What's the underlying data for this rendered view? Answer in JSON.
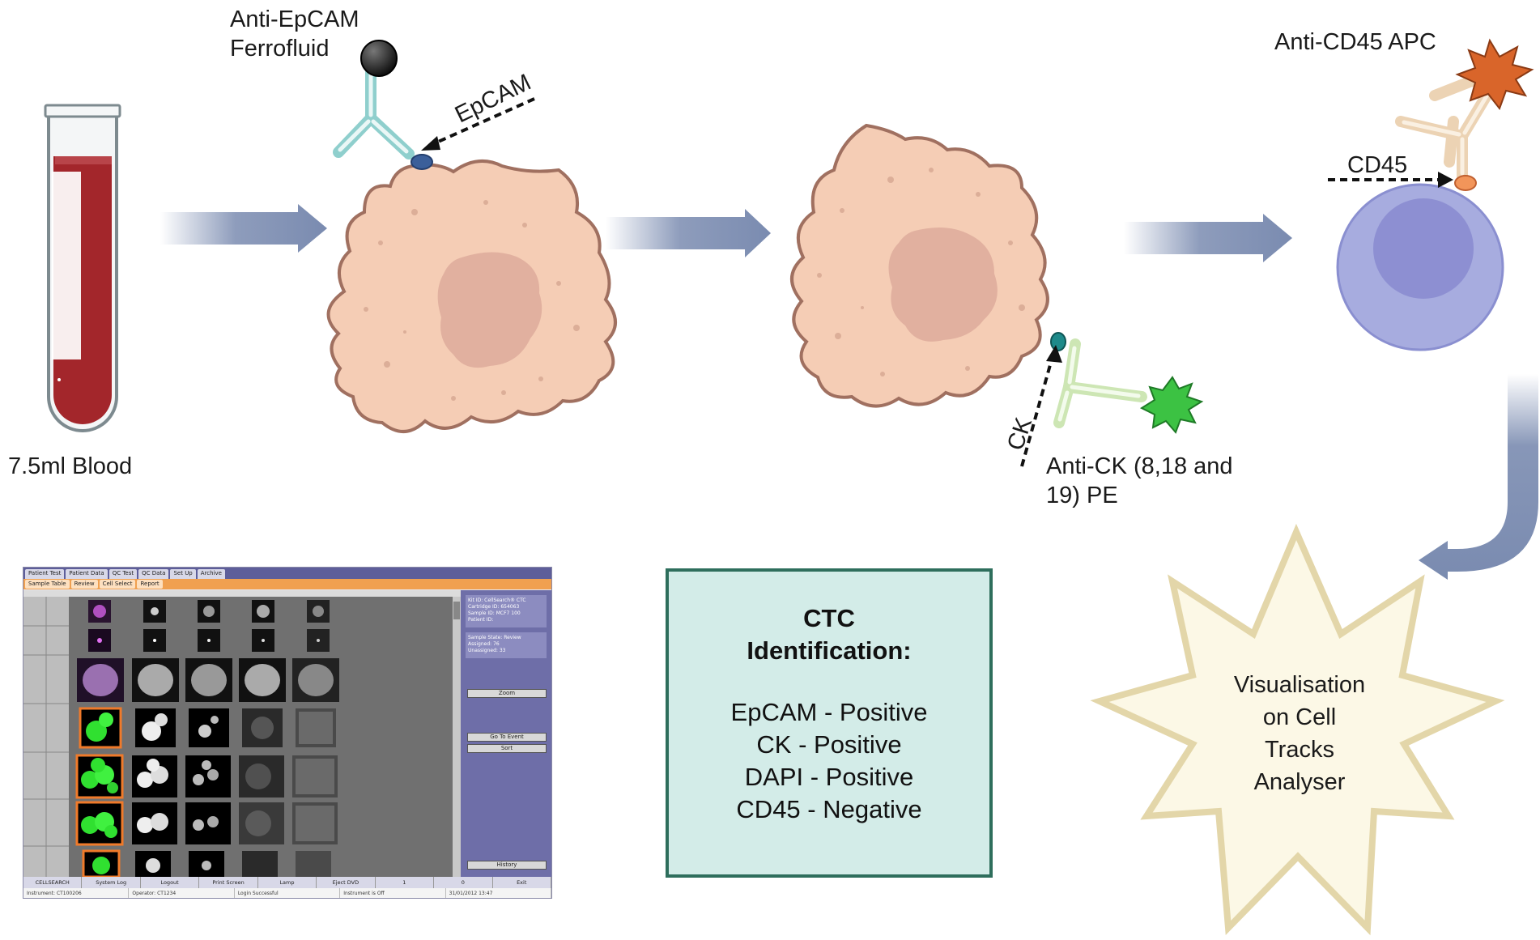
{
  "labels": {
    "blood": "7.5ml Blood",
    "ferrofluid_line1": "Anti-EpCAM",
    "ferrofluid_line2": "Ferrofluid",
    "epcam": "EpCAM",
    "ck": "CK",
    "anti_ck_line1": "Anti-CK (8,18 and",
    "anti_ck_line2": "19) PE",
    "anti_cd45": "Anti-CD45 APC",
    "cd45": "CD45"
  },
  "ctc_box": {
    "title_line1": "CTC",
    "title_line2": "Identification:",
    "lines": [
      "EpCAM - Positive",
      "CK - Positive",
      "DAPI - Positive",
      "CD45 - Negative"
    ]
  },
  "star": {
    "lines": [
      "Visualisation",
      "on Cell",
      "Tracks",
      "Analyser"
    ]
  },
  "screenshot": {
    "tabs": [
      "Patient Test",
      "Patient Data",
      "QC Test",
      "QC Data",
      "Set Up",
      "Archive"
    ],
    "subtabs": [
      "Sample Table",
      "Review",
      "Cell Select",
      "Report"
    ],
    "info1": [
      "Kit ID: CellSearch® CTC",
      "Cartridge ID: 654063",
      "Sample ID: MCF7 100",
      "Patient ID:"
    ],
    "info2": [
      "Sample State: Review",
      "Assigned: 76",
      "Unassigned: 33"
    ],
    "buttons": {
      "zoom": "Zoom",
      "goto": "Go To Event",
      "sort": "Sort",
      "history": "History"
    },
    "status": [
      "CELLSEARCH",
      "System Log",
      "Logout",
      "Print Screen",
      "Lamp",
      "Eject DVD",
      "1",
      "0",
      "Exit"
    ],
    "footer": [
      "Instrument: CT100206",
      "Operator: CT1234",
      "Login Successful",
      "Instrument is Off",
      "31/01/2012 13:47"
    ]
  },
  "colors": {
    "cell_fill": "#f5cdb5",
    "cell_stroke": "#a07060",
    "nucleus": "#e1b09f",
    "arrow": "#7a8bb0",
    "wbc_outer": "#a7acdf",
    "wbc_inner": "#8d8fd2",
    "pe_star": "#3cc243",
    "apc_star": "#d9652a",
    "star_fill": "#fcf8e6",
    "star_stroke": "#e3d6a9",
    "box_fill": "#d3ece8",
    "box_stroke": "#2e6e5c",
    "blood": "#a3262b"
  }
}
